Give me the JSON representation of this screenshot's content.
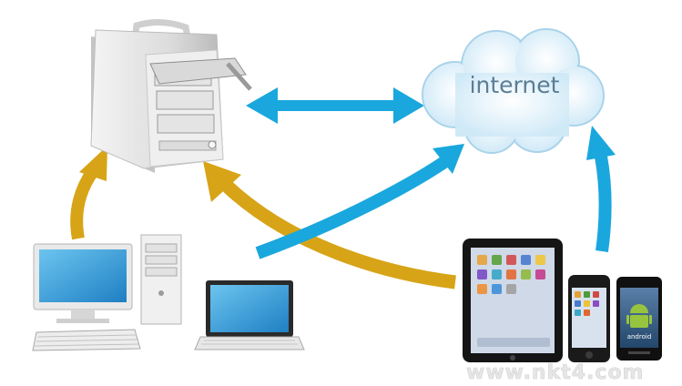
{
  "cloud": {
    "label": "internet"
  },
  "watermark": {
    "text": "www.nkt4.com"
  },
  "devices": {
    "nas": {
      "icon": "nas-server-icon"
    },
    "desktop": {
      "icon": "desktop-computer-icon"
    },
    "tower": {
      "icon": "pc-tower-icon"
    },
    "laptop": {
      "icon": "laptop-icon"
    },
    "tablet": {
      "icon": "tablet-icon"
    },
    "iphone": {
      "icon": "iphone-icon"
    },
    "android": {
      "icon": "android-phone-icon",
      "badge": "android"
    }
  },
  "colors": {
    "blue_arrow": "#1aa7dd",
    "gold_arrow": "#d7a417",
    "cloud_fill": "#e8f4fb",
    "cloud_stroke": "#a9d3ea",
    "screen": "#36a5e2"
  }
}
